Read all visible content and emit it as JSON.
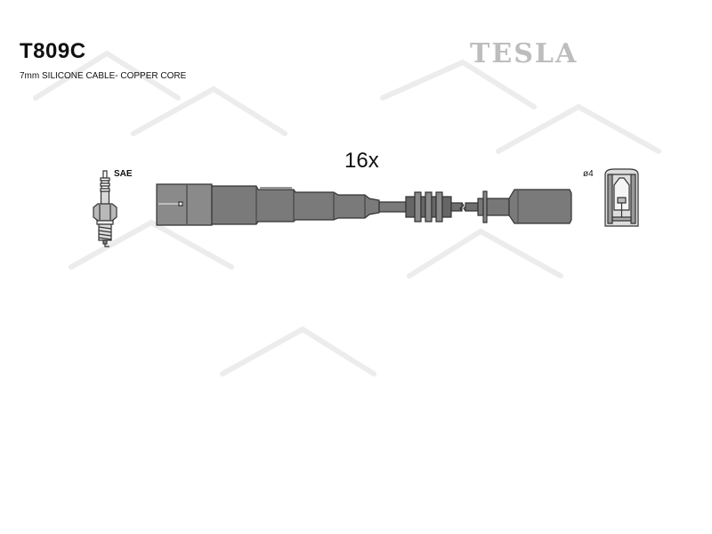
{
  "header": {
    "product_code": "T809C",
    "description": "7mm SILICONE CABLE- COPPER CORE",
    "brand": "TESLA"
  },
  "diagram": {
    "spark_plug_label": "SAE",
    "quantity": "16x",
    "terminal_diameter": "ø4"
  },
  "colors": {
    "line": "#333333",
    "cable_fill": "#777777",
    "cable_dark": "#555555",
    "watermark": "#e6e6e6",
    "brand": "#bdbdbd"
  }
}
